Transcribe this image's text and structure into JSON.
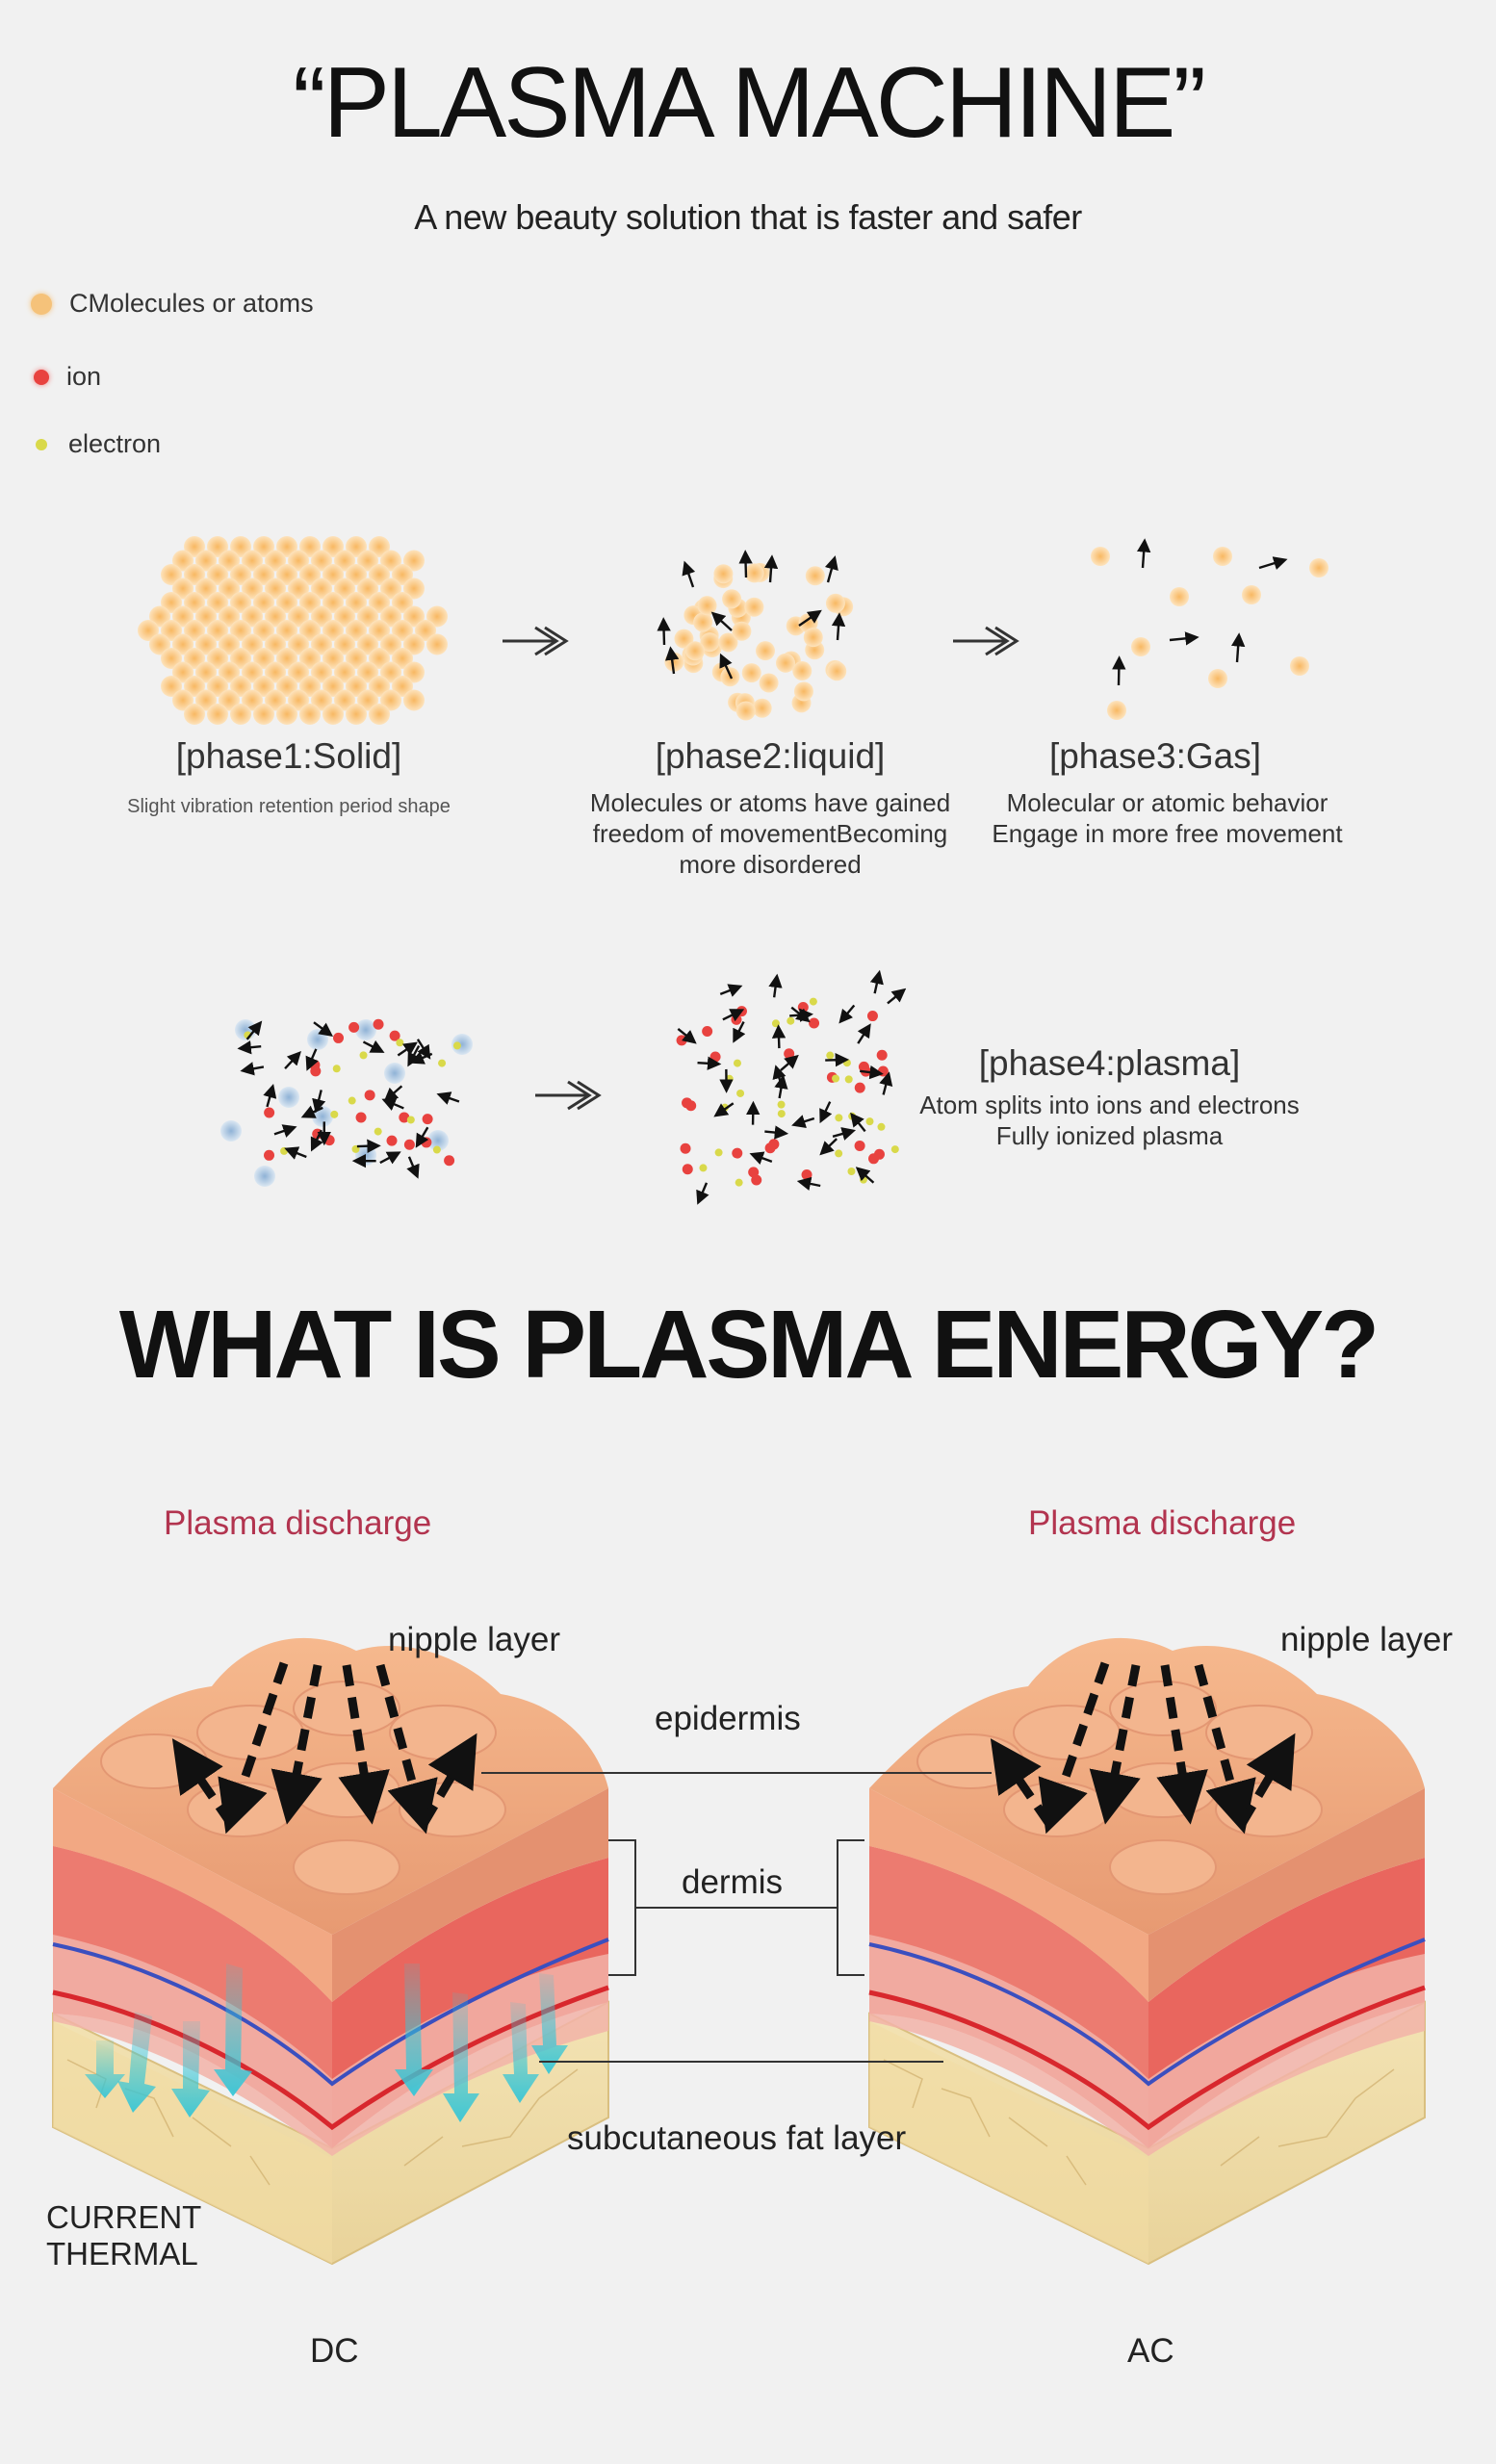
{
  "title": "“PLASMA MACHINE”",
  "subtitle": "A new beauty solution that is faster and safer",
  "legend": [
    {
      "label": "CMolecules or atoms",
      "color": "#f5c27a"
    },
    {
      "label": "ion",
      "color": "#e8423f"
    },
    {
      "label": "electron",
      "color": "#d9d94a"
    }
  ],
  "phases": [
    {
      "label": "[phase1:Solid]",
      "description": [
        "Slight vibration retention period shape"
      ]
    },
    {
      "label": "[phase2:liquid]",
      "description": [
        "Molecules or atoms have gained",
        "freedom of movementBecoming",
        "more disordered"
      ]
    },
    {
      "label": "[phase3:Gas]",
      "description": [
        "Molecular or atomic behavior",
        "Engage in more free movement"
      ]
    },
    {
      "label": "[phase4:plasma]",
      "description": [
        "Atom splits into ions and electrons",
        "Fully ionized plasma"
      ]
    }
  ],
  "section_title": "WHAT IS PLASMA ENERGY?",
  "skin_diagram": {
    "left": {
      "header": "Plasma discharge",
      "caption": "DC",
      "side_note": [
        "CURRENT",
        "THERMAL"
      ]
    },
    "right": {
      "header": "Plasma discharge",
      "caption": "AC"
    },
    "layer_labels": {
      "nipple_left": "nipple layer",
      "nipple_right": "nipple layer",
      "epidermis": "epidermis",
      "dermis": "dermis",
      "fat": "subcutaneous fat layer"
    }
  },
  "colors": {
    "molecule": "#f5c27a",
    "ion": "#e8423f",
    "electron": "#d9d94a",
    "ion_blue": "#a8c6e0",
    "accent_red": "#b2344f"
  }
}
